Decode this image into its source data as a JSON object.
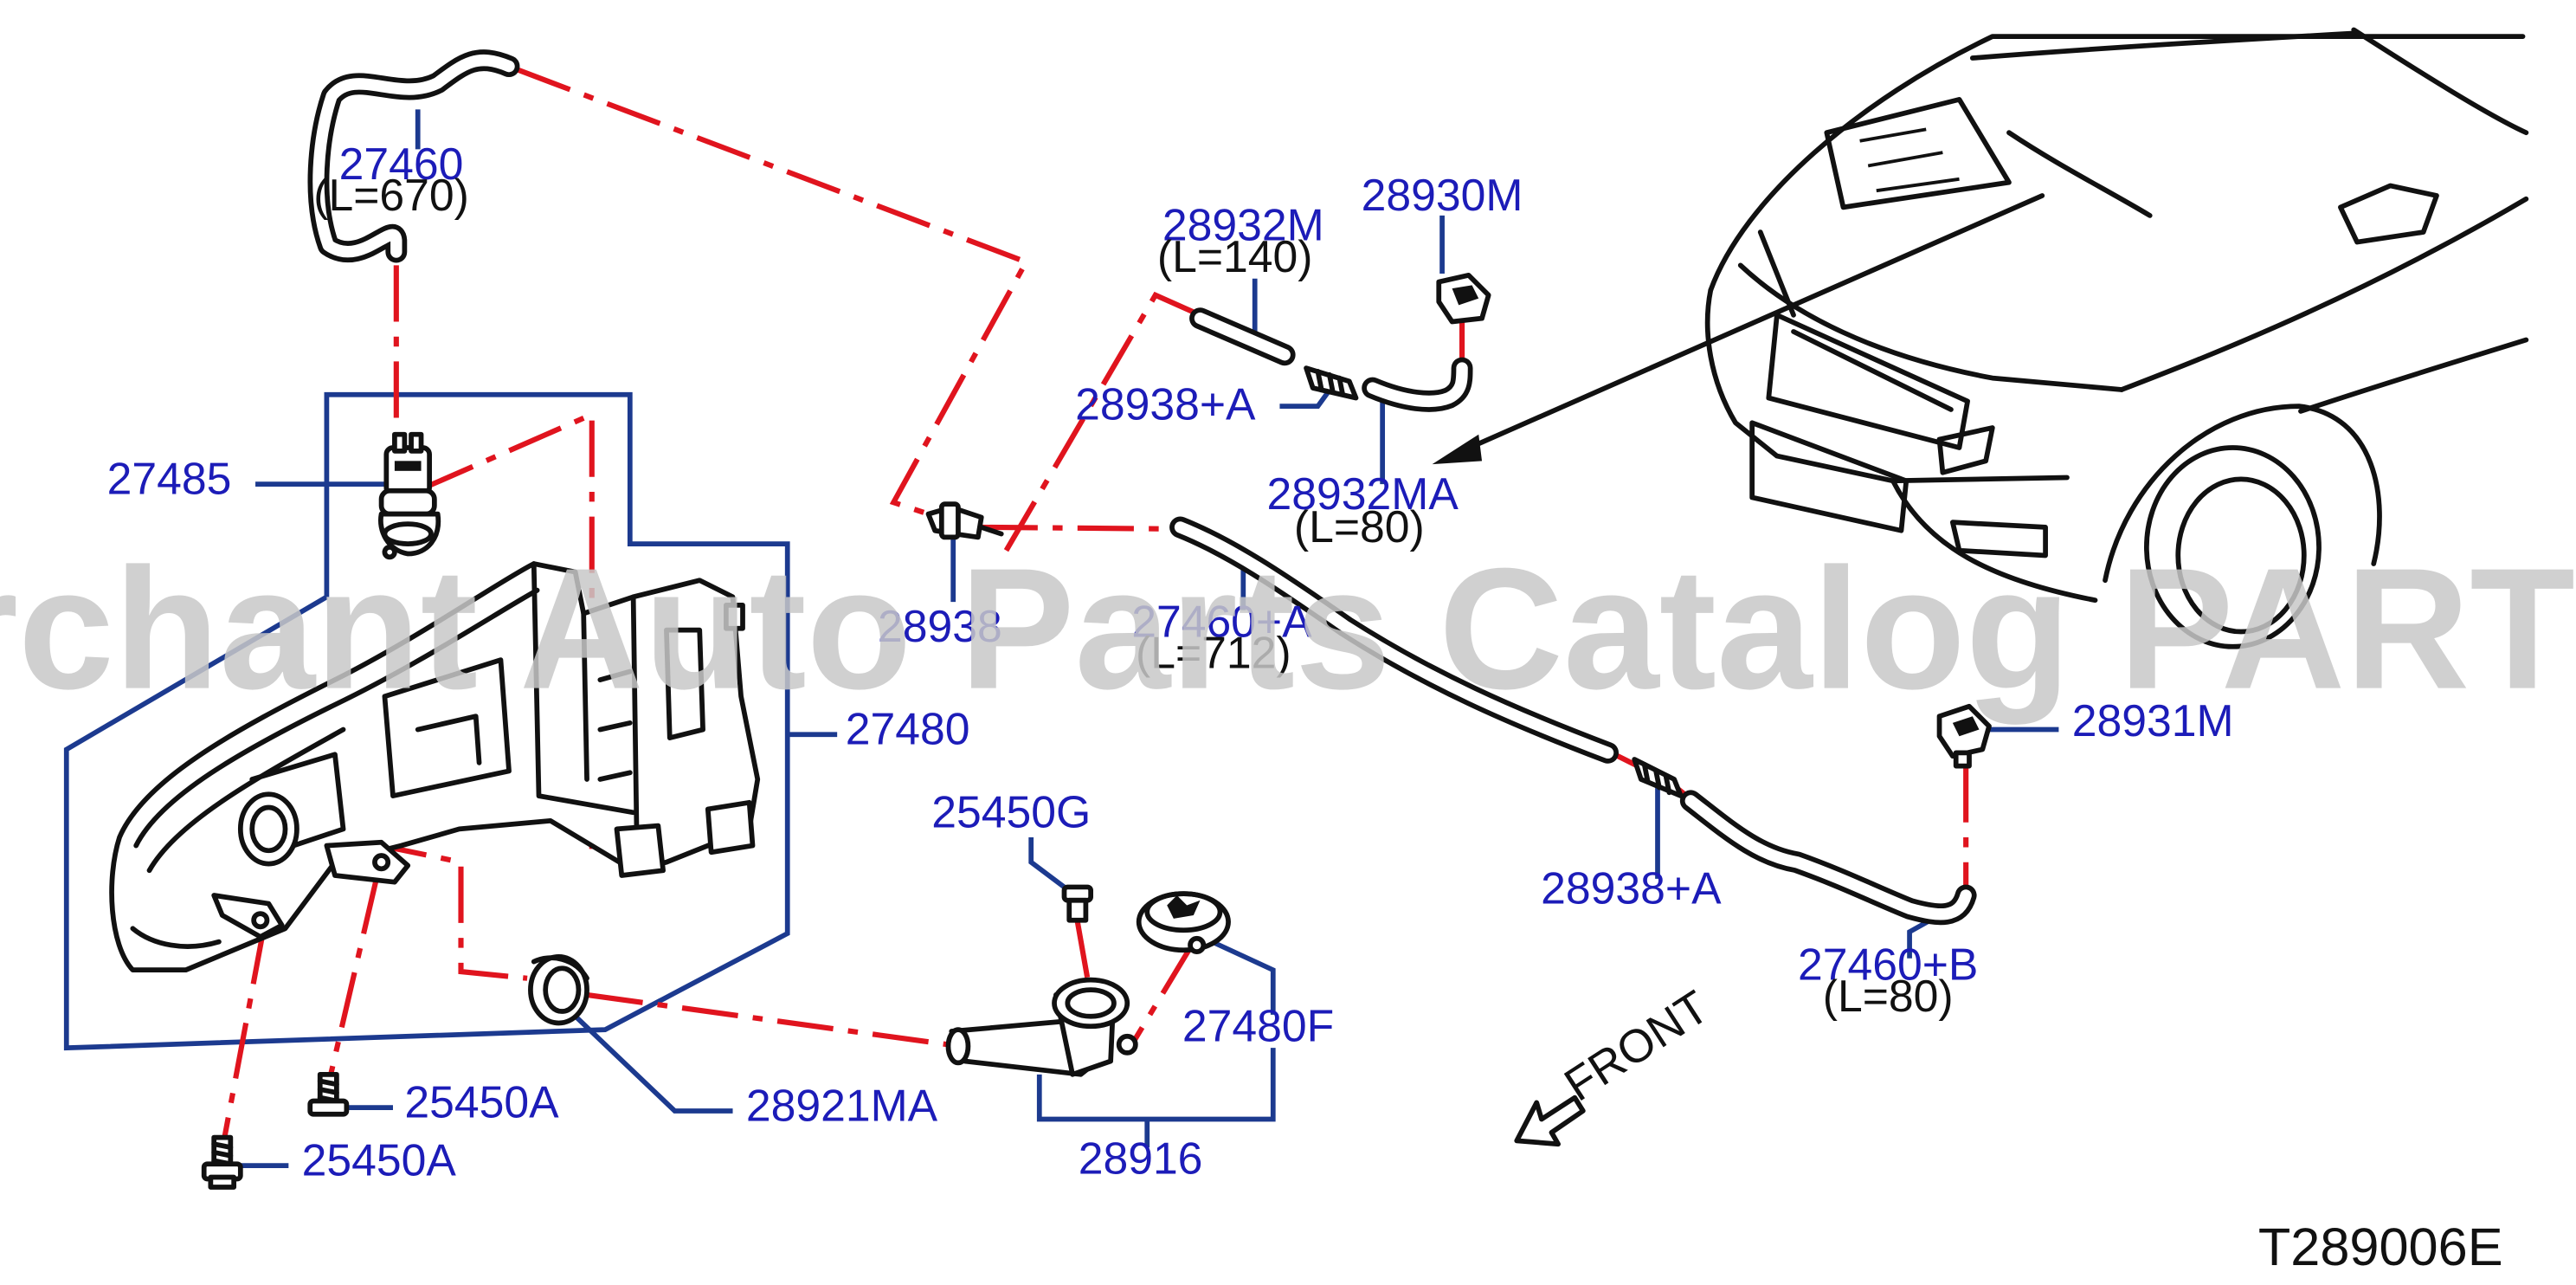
{
  "watermark": "Offers Merchant Auto Parts Catalog PARTSTORE.SA",
  "diagram_code": "T289006E",
  "front_marker": "FRONT",
  "colors": {
    "part_label": "#1c1cb8",
    "leader": "#1c3a8f",
    "phantom_line": "#e0141e",
    "watermark": "#c8c8c8"
  },
  "parts": {
    "p27460": {
      "number": "27460",
      "note": "(L=670)"
    },
    "p27485": {
      "number": "27485"
    },
    "p27480": {
      "number": "27480"
    },
    "p28932m": {
      "number": "28932M",
      "note": "(L=140)"
    },
    "p28930m": {
      "number": "28930M"
    },
    "p28938a_top": {
      "number": "28938+A"
    },
    "p28932ma": {
      "number": "28932MA",
      "note": "(L=80)"
    },
    "p28938": {
      "number": "28938"
    },
    "p27460a": {
      "number": "27460+A",
      "note": "(L=712)"
    },
    "p28931m": {
      "number": "28931M"
    },
    "p28938a_bottom": {
      "number": "28938+A"
    },
    "p27460b": {
      "number": "27460+B",
      "note": "(L=80)"
    },
    "p25450g": {
      "number": "25450G"
    },
    "p27480f": {
      "number": "27480F"
    },
    "p28916": {
      "number": "28916"
    },
    "p28921ma": {
      "number": "28921MA"
    },
    "p25450a_upper": {
      "number": "25450A"
    },
    "p25450a_lower": {
      "number": "25450A"
    }
  }
}
